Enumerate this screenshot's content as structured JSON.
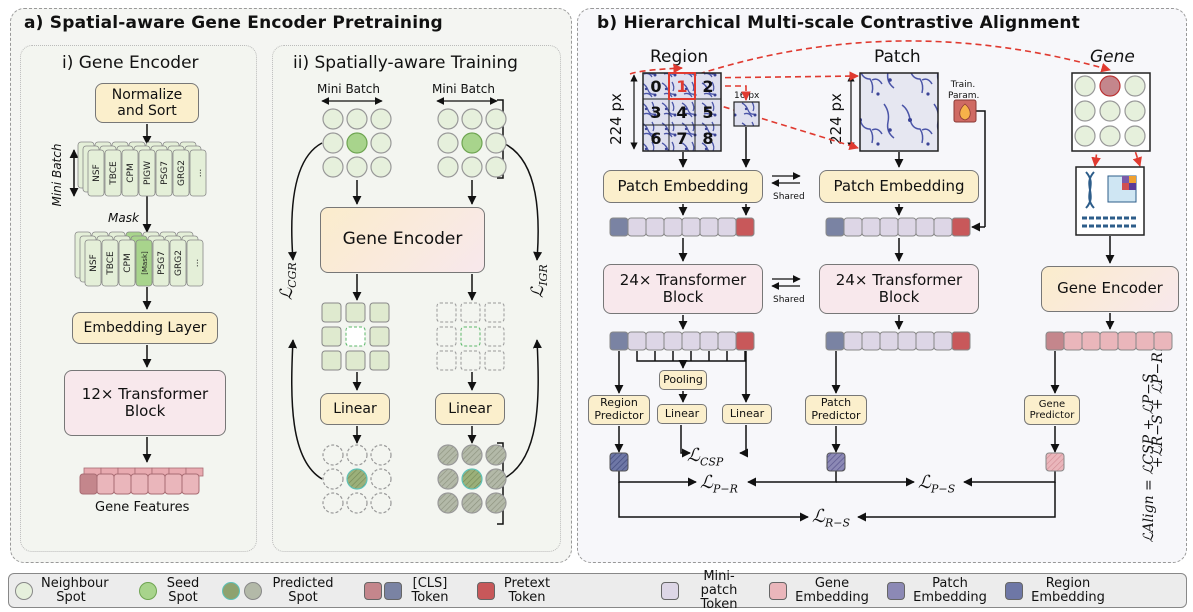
{
  "panel_a": {
    "title": "a) Spatial-aware Gene Encoder Pretraining",
    "gene_encoder": {
      "title": "i) Gene Encoder",
      "normalize_box": "Normalize and Sort",
      "mini_batch_label": "Mini Batch",
      "genes_front": [
        "NSF",
        "TBCE",
        "CPM",
        "PIGW",
        "PSG7",
        "GRG2",
        "..."
      ],
      "mask_label": "Mask",
      "genes_masked": [
        "NSF",
        "TBCE",
        "CPM",
        "[Mask]",
        "PSG7",
        "GRG2",
        "..."
      ],
      "embedding_box": "Embedding Layer",
      "transformer_box": "12× Transformer Block",
      "output_label": "Gene Features"
    },
    "spatial_training": {
      "title": "ii) Spatially-aware Training",
      "mini_batch_left": "Mini Batch",
      "mini_batch_right": "Mini Batch",
      "gene_encoder_box": "Gene Encoder",
      "linear_left": "Linear",
      "linear_right": "Linear",
      "loss_left": "ℒ",
      "loss_left_sub": "CGR",
      "loss_right": "ℒ",
      "loss_right_sub": "IGR"
    }
  },
  "panel_b": {
    "title": "b) Hierarchical Multi-scale Contrastive Alignment",
    "region": {
      "title": "Region",
      "size_label": "224 px",
      "grid_numbers": [
        "0",
        "1",
        "2",
        "3",
        "4",
        "5",
        "6",
        "7",
        "8"
      ],
      "highlighted_cell": "1",
      "mini_patch_label": "16 px",
      "patch_embedding": "Patch Embedding",
      "transformer": "24× Transformer Block",
      "pooling": "Pooling",
      "region_predictor": "Region Predictor",
      "linear_1": "Linear",
      "linear_2": "Linear"
    },
    "shared_label_1": "Shared",
    "shared_label_2": "Shared",
    "patch": {
      "title": "Patch",
      "size_label": "224 px",
      "train_param_label": "Train. Param.",
      "patch_embedding": "Patch Embedding",
      "transformer": "24× Transformer Block",
      "patch_predictor": "Patch Predictor"
    },
    "gene": {
      "title": "Gene",
      "gene_encoder": "Gene Encoder",
      "gene_predictor": "Gene Predictor"
    },
    "losses": {
      "csp": "CSP",
      "p_r": "P−R",
      "p_s": "P−S",
      "r_s": "R−S",
      "align_line1": "ℒAlign = ℒCSP + ℒP−S",
      "align_line2": "+ℒR−S + ℒP−R."
    }
  },
  "legend": [
    {
      "label": "Neighbour Spot",
      "icon": "neighbour-spot-icon"
    },
    {
      "label": "Seed Spot",
      "icon": "seed-spot-icon"
    },
    {
      "label": "Predicted Spot",
      "icon": "predicted-spot-icon"
    },
    {
      "label": "[CLS] Token",
      "icon": "cls-token-icon"
    },
    {
      "label": "Pretext Token",
      "icon": "pretext-token-icon"
    },
    {
      "label": "Mini-patch Token",
      "icon": "mini-patch-token-icon"
    },
    {
      "label": "Gene Embedding",
      "icon": "gene-embedding-icon"
    },
    {
      "label": "Patch Embedding",
      "icon": "patch-embedding-icon"
    },
    {
      "label": "Region Embedding",
      "icon": "region-embedding-icon"
    }
  ],
  "colors": {
    "neighbour": "#e6f0dc",
    "seed": "#a8d48c",
    "cls_pink": "#c4868c",
    "cls_blue": "#7a83a3",
    "pretext": "#c8585a",
    "mini_patch": "#ddd6e6",
    "gene_embed": "#eab6bb",
    "patch_embed": "#8c89b5",
    "region_embed": "#6e77a6",
    "arrow_red": "#e03a30"
  }
}
